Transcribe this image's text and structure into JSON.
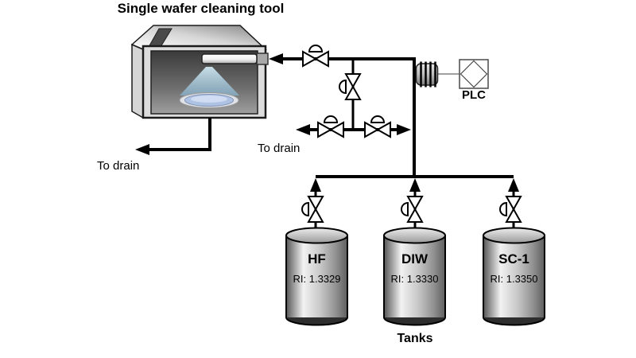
{
  "title": "Single wafer cleaning tool",
  "labels": {
    "tool_drain": "To drain",
    "line_drain": "To drain",
    "plc": "PLC",
    "tanks_caption": "Tanks"
  },
  "tanks": [
    {
      "name": "HF",
      "ri": "RI: 1.3329"
    },
    {
      "name": "DIW",
      "ri": "RI: 1.3330"
    },
    {
      "name": "SC-1",
      "ri": "RI: 1.3350"
    }
  ],
  "icons": {
    "valve-icon": "bowtie triangles with semicircle actuator dome, white fill black stroke",
    "flow-arrow-icon": "solid black filled triangle",
    "sensor-coupling-icon": "ribbed gray cylinder fitting on main pipe",
    "plc-box-icon": "square with inscribed diamond",
    "spray-cone-icon": "light blue trapezoid spray",
    "wafer-icon": "light blue ellipse disc"
  },
  "colors": {
    "line": "#000000",
    "background": "#ffffff",
    "thin_connector": "#808080",
    "spray_top": "#cfe6ef",
    "spray_bottom": "#86aec6",
    "wafer_disc": "#aec2e4",
    "tool_interior_top": "#3a3a3a",
    "tool_interior_bottom": "#9f9f9f",
    "metal_light": "#f2f2f2",
    "metal_dark": "#5a5a5a",
    "tank_bottom": "#2e2e2e"
  }
}
